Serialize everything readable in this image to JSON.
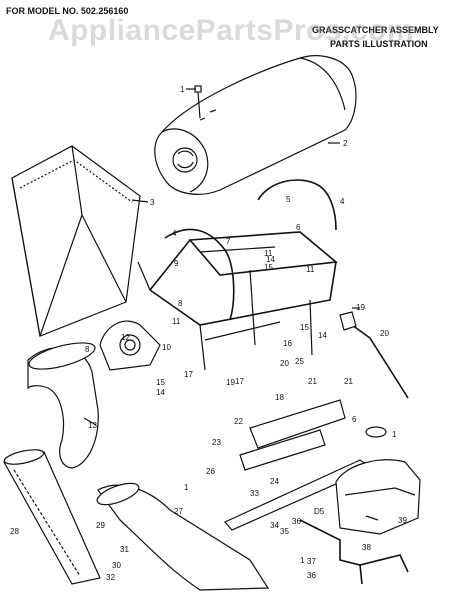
{
  "header": {
    "model_prefix": "FOR MODEL NO.",
    "model_number": "502.256160",
    "title_line1": "GRASSCATCHER ASSEMBLY",
    "title_line2": "PARTS ILLUSTRATION"
  },
  "watermark": "AppliancePartsPros.com",
  "parts": [
    {
      "id": "callout-1a",
      "label": "1"
    },
    {
      "id": "callout-2",
      "label": "2"
    },
    {
      "id": "callout-3",
      "label": "3"
    },
    {
      "id": "callout-4a",
      "label": "4"
    },
    {
      "id": "callout-4b",
      "label": "4"
    },
    {
      "id": "callout-5",
      "label": "5"
    },
    {
      "id": "callout-6a",
      "label": "6"
    },
    {
      "id": "callout-7",
      "label": "7"
    },
    {
      "id": "callout-8a",
      "label": "8"
    },
    {
      "id": "callout-8b",
      "label": "8"
    },
    {
      "id": "callout-9",
      "label": "9"
    },
    {
      "id": "callout-10",
      "label": "10"
    },
    {
      "id": "callout-11a",
      "label": "11"
    },
    {
      "id": "callout-11b",
      "label": "11"
    },
    {
      "id": "callout-11c",
      "label": "11"
    },
    {
      "id": "callout-12",
      "label": "12"
    },
    {
      "id": "callout-13",
      "label": "13"
    },
    {
      "id": "callout-14a",
      "label": "14"
    },
    {
      "id": "callout-14b",
      "label": "14"
    },
    {
      "id": "callout-14c",
      "label": "14"
    },
    {
      "id": "callout-15a",
      "label": "15"
    },
    {
      "id": "callout-15b",
      "label": "15"
    },
    {
      "id": "callout-15c",
      "label": "15"
    },
    {
      "id": "callout-16",
      "label": "16"
    },
    {
      "id": "callout-17a",
      "label": "17"
    },
    {
      "id": "callout-17b",
      "label": "17"
    },
    {
      "id": "callout-18",
      "label": "18"
    },
    {
      "id": "callout-19a",
      "label": "19"
    },
    {
      "id": "callout-19b",
      "label": "19"
    },
    {
      "id": "callout-20a",
      "label": "20"
    },
    {
      "id": "callout-20b",
      "label": "20"
    },
    {
      "id": "callout-21a",
      "label": "21"
    },
    {
      "id": "callout-21b",
      "label": "21"
    },
    {
      "id": "callout-22",
      "label": "22"
    },
    {
      "id": "callout-23",
      "label": "23"
    },
    {
      "id": "callout-24",
      "label": "24"
    },
    {
      "id": "callout-6b",
      "label": "6"
    },
    {
      "id": "callout-25",
      "label": "25"
    },
    {
      "id": "callout-1b",
      "label": "1"
    },
    {
      "id": "callout-26",
      "label": "26"
    },
    {
      "id": "callout-27",
      "label": "27"
    },
    {
      "id": "callout-28",
      "label": "28"
    },
    {
      "id": "callout-29",
      "label": "29"
    },
    {
      "id": "callout-30",
      "label": "30"
    },
    {
      "id": "callout-31",
      "label": "31"
    },
    {
      "id": "callout-32",
      "label": "32"
    },
    {
      "id": "callout-33",
      "label": "33"
    },
    {
      "id": "callout-34",
      "label": "34"
    },
    {
      "id": "callout-35",
      "label": "35"
    },
    {
      "id": "callout-36a",
      "label": "36"
    },
    {
      "id": "callout-36b",
      "label": "36"
    },
    {
      "id": "callout-37",
      "label": "37"
    },
    {
      "id": "callout-38",
      "label": "38"
    },
    {
      "id": "callout-39",
      "label": "39"
    },
    {
      "id": "callout-1c",
      "label": "1"
    },
    {
      "id": "callout-1d",
      "label": "1"
    },
    {
      "id": "callout-d5",
      "label": "D5"
    }
  ]
}
